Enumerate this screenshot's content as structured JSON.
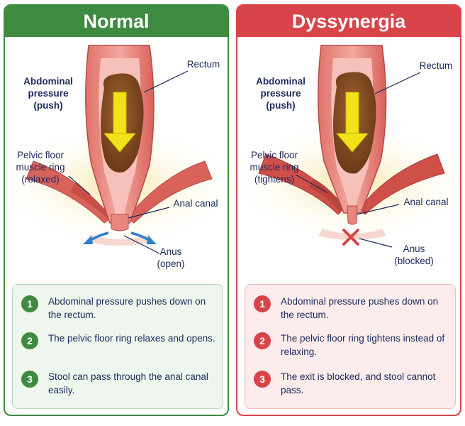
{
  "colors": {
    "normal_accent": "#3d8a40",
    "dyssynergia_accent": "#d9434a",
    "label_text": "#1b2a5c",
    "arrow_yellow": "#f2e21a",
    "open_arrow_blue": "#2d7fd3",
    "blocked_x_red": "#d9434a"
  },
  "normal": {
    "title": "Normal",
    "labels": {
      "rectum": "Rectum",
      "abdominal_pressure": "Abdominal\npressure\n(push)",
      "pelvic_floor": "Pelvic floor\nmuscle ring\n(relaxed)",
      "anal_canal": "Anal canal",
      "anus": "Anus\n(open)"
    },
    "steps": [
      {
        "number": "1",
        "text": "Abdominal pressure pushes down on the rectum."
      },
      {
        "number": "2",
        "text": "The pelvic floor ring relaxes and opens."
      },
      {
        "number": "3",
        "text": "Stool can pass through the anal canal easily."
      }
    ]
  },
  "dyssynergia": {
    "title": "Dyssynergia",
    "labels": {
      "rectum": "Rectum",
      "abdominal_pressure": "Abdominal\npressure\n(push)",
      "pelvic_floor": "Pelvic floor\nmuscle ring\n(tightens)",
      "anal_canal": "Anal canal",
      "anus": "Anus\n(blocked)"
    },
    "steps": [
      {
        "number": "1",
        "text": "Abdominal pressure pushes down on the rectum."
      },
      {
        "number": "2",
        "text": "The pelvic floor ring tightens instead of relaxing."
      },
      {
        "number": "3",
        "text": "The exit is blocked, and stool cannot pass."
      }
    ]
  }
}
